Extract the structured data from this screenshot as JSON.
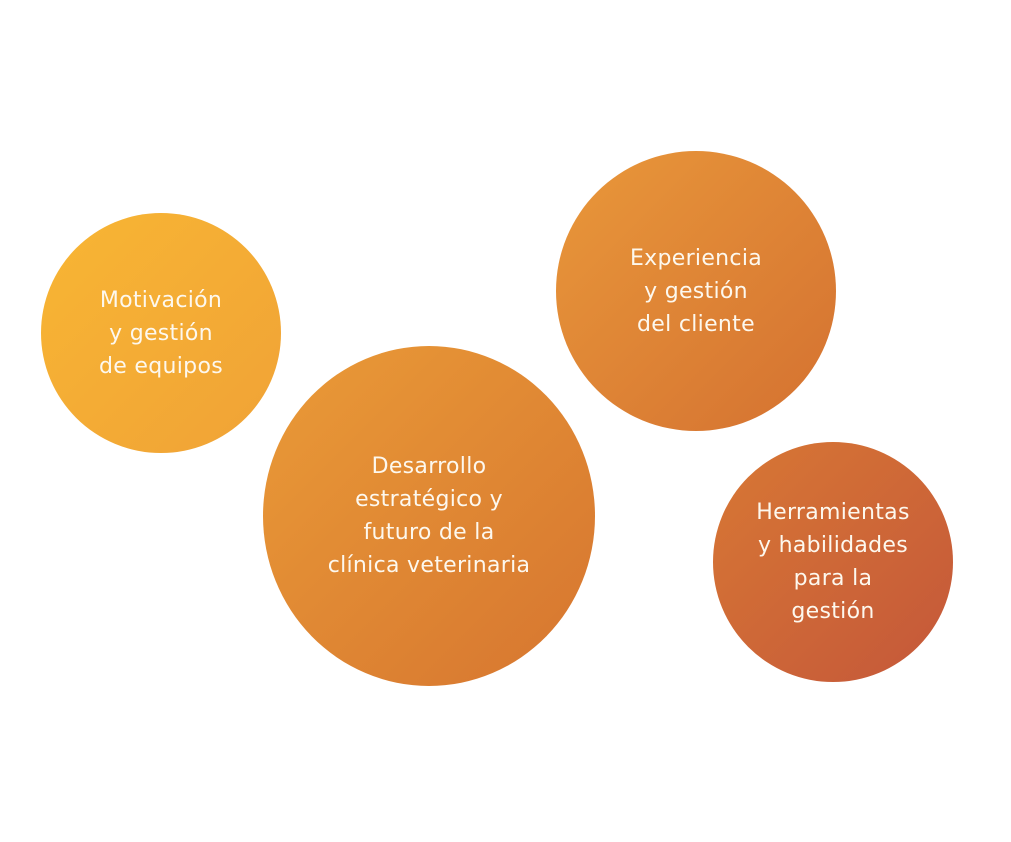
{
  "bubbles": [
    {
      "label": "Motivación\ny gestión\nde equipos",
      "color": "#f5ad35"
    },
    {
      "label": "Desarrollo\nestratégico y\nfuturo de la\nclínica veterinaria",
      "color": "#e08934"
    },
    {
      "label": "Experiencia\ny gestión\ndel cliente",
      "color": "#df8836"
    },
    {
      "label": "Herramientas\ny habilidades\npara la\ngestión",
      "color": "#cf6734"
    }
  ]
}
